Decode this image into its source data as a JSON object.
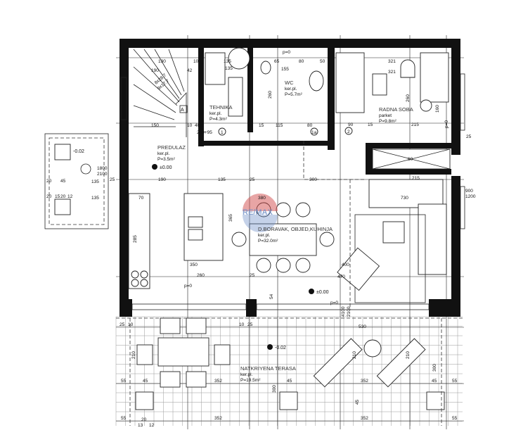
{
  "plan": {
    "rooms": {
      "stair": {
        "tag": "A"
      },
      "predulaz": {
        "name": "PREDULAZ",
        "floor": "ker.pl.",
        "area": "P=3.5m²"
      },
      "tehnika": {
        "name": "TEHNIKA",
        "floor": "ker.pl.",
        "area": "P=4.3m²"
      },
      "wc": {
        "name": "WC",
        "floor": "ker.pl.",
        "area": "P=5.7m²"
      },
      "radna_soba": {
        "name": "RADNA SOBA",
        "floor": "parket",
        "area": "P=9.8m²"
      },
      "dnevni": {
        "name": "D.BORAVAK, OBJED,KUHINJA",
        "floor": "ker.pl.",
        "area": "P=32.0m²"
      },
      "terasa": {
        "name": "NATKRIYENA TERASA",
        "floor": "ker.pl.",
        "area": "P=19.5m²"
      }
    },
    "levels": {
      "entry": "±0.00",
      "living": "±0.00",
      "terrace": "-0.02",
      "balcony": "-0.02",
      "threshold": "p=0"
    },
    "door_tags": [
      "1",
      "1a",
      "2"
    ],
    "stair_note": [
      "8x28.7",
      "9x17.7"
    ],
    "window_note": [
      "1800",
      "2100"
    ],
    "window_note_right": [
      "900",
      "1200"
    ],
    "terrace_door_note": [
      "4100",
      "2100"
    ],
    "dims": {
      "top": [
        "190",
        "10",
        "135",
        "65",
        "80",
        "50",
        "321",
        "321"
      ],
      "stair": [
        "190",
        "42",
        "150",
        "10",
        "40",
        "200+95"
      ],
      "wc": [
        "135",
        "155",
        "115",
        "15",
        "10",
        "80",
        "260"
      ],
      "radna": [
        "90",
        "15",
        "215",
        "260",
        "160",
        "60",
        "25",
        "215",
        "730"
      ],
      "living": [
        "190",
        "135",
        "25",
        "300",
        "70",
        "365",
        "285",
        "350",
        "260",
        "25",
        "380",
        "470",
        "400",
        "54"
      ],
      "terrace": [
        "25",
        "10",
        "10",
        "25",
        "530",
        "55",
        "45",
        "352",
        "45",
        "352",
        "45",
        "55",
        "55",
        "352",
        "352",
        "55",
        "210",
        "210",
        "210",
        "300",
        "300",
        "45",
        "20",
        "13",
        "12"
      ],
      "balcony": [
        "20",
        "45",
        "135",
        "135",
        "20",
        "15",
        "20",
        "12",
        "25"
      ]
    },
    "watermark": "RE/MAX"
  }
}
